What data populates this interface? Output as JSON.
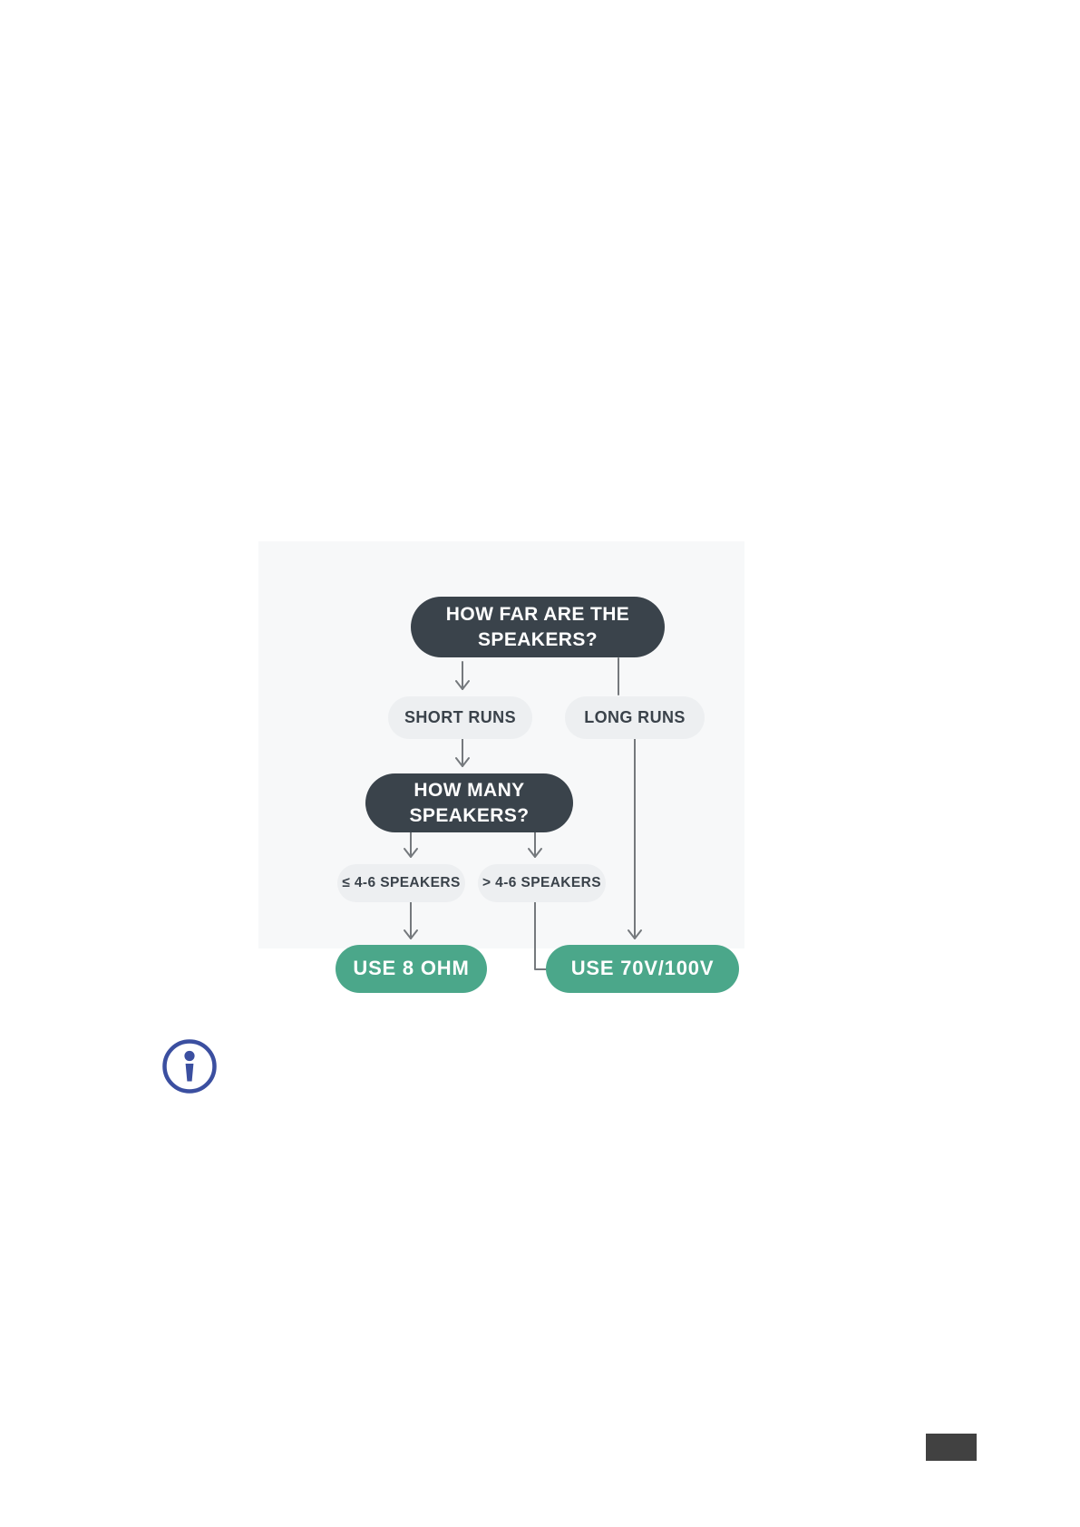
{
  "flowchart": {
    "nodes": [
      {
        "id": "q1",
        "type": "question",
        "label": "HOW FAR ARE THE SPEAKERS?"
      },
      {
        "id": "short",
        "type": "option",
        "label": "SHORT RUNS"
      },
      {
        "id": "long",
        "type": "option",
        "label": "LONG RUNS"
      },
      {
        "id": "q2",
        "type": "question",
        "label": "HOW MANY SPEAKERS?"
      },
      {
        "id": "le46",
        "type": "option",
        "label": "≤ 4-6 SPEAKERS"
      },
      {
        "id": "gt46",
        "type": "option",
        "label": "> 4-6 SPEAKERS"
      },
      {
        "id": "ohm",
        "type": "result",
        "label": "USE 8 OHM"
      },
      {
        "id": "v70",
        "type": "result",
        "label": "USE 70V/100V"
      }
    ],
    "edges": [
      {
        "from": "q1",
        "to": "short",
        "arrow": true
      },
      {
        "from": "q1",
        "to": "long",
        "arrow": false
      },
      {
        "from": "short",
        "to": "q2",
        "arrow": true
      },
      {
        "from": "q2",
        "to": "le46",
        "arrow": true
      },
      {
        "from": "q2",
        "to": "gt46",
        "arrow": true
      },
      {
        "from": "le46",
        "to": "ohm",
        "arrow": true
      },
      {
        "from": "gt46",
        "to": "v70",
        "arrow": false
      },
      {
        "from": "long",
        "to": "v70",
        "arrow": true
      }
    ]
  },
  "icons": {
    "info": "info-icon"
  },
  "colors": {
    "node_dark": "#3a434b",
    "node_light": "#edeff1",
    "node_green": "#4ba78a",
    "text_dark": "#3a424a",
    "connector_gray": "#75797d",
    "info_blue": "#3b4fa0",
    "footer_dark": "#414141"
  }
}
